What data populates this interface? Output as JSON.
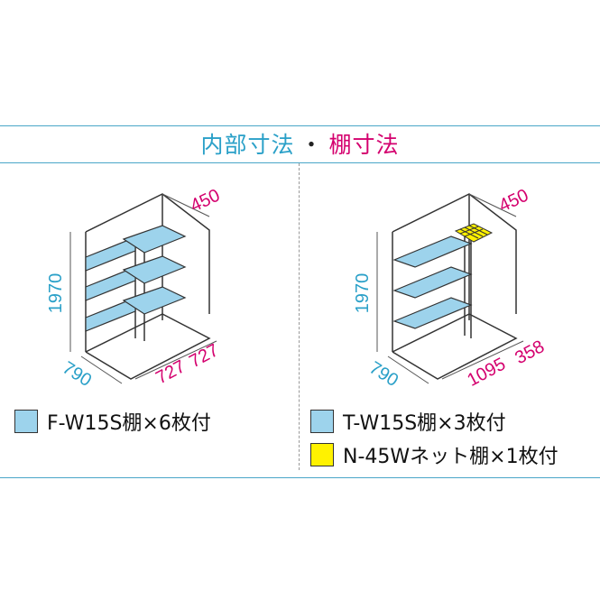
{
  "title": {
    "part1": "内部寸法",
    "separator": "・",
    "part2": "棚寸法"
  },
  "left": {
    "height": "1970",
    "depth": "790",
    "shelf_depth": "450",
    "width_a": "727",
    "width_b": "727"
  },
  "right": {
    "height": "1970",
    "depth": "790",
    "shelf_depth": "450",
    "width_a": "1095",
    "width_b": "358"
  },
  "legend": [
    {
      "label": "F-W15S棚×6枚付",
      "color": "#9dd3ec"
    },
    {
      "label": "T-W15S棚×3枚付",
      "color": "#9dd3ec"
    },
    {
      "label": "N-45Wネット棚×1枚付",
      "color": "#fff200"
    }
  ],
  "colors": {
    "dimension_magenta": "#d4006e",
    "dimension_blue": "#2aa0c8",
    "shelf": "#9dd3ec",
    "net": "#fff200"
  }
}
